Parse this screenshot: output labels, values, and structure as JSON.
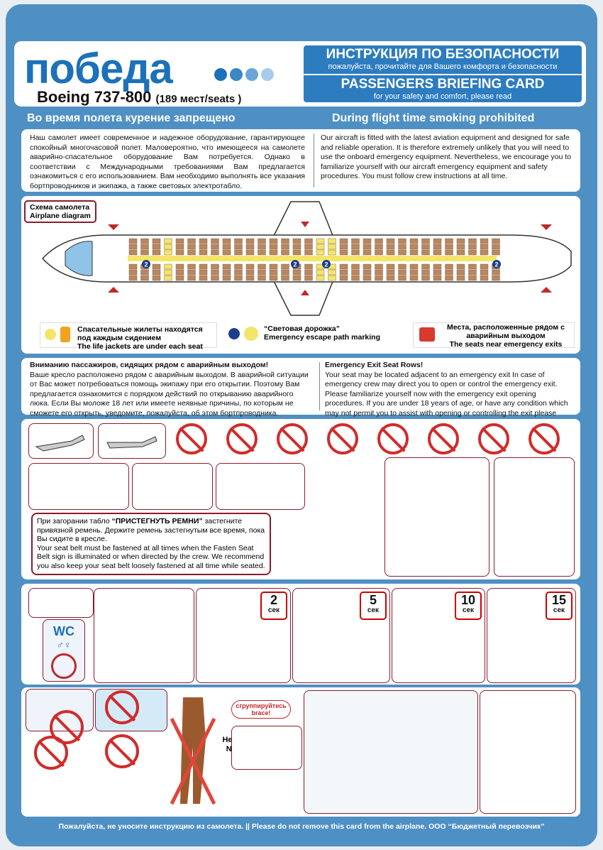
{
  "header": {
    "logo_text": "победа",
    "model": "Boeing 737-800",
    "seats": "(189 мест/seats )",
    "ru_title": "ИНСТРУКЦИЯ ПО БЕЗОПАСНОСТИ",
    "ru_subtitle": "пожалуйста, прочитайте для Вашего комфорта и безопасности",
    "en_title": "PASSENGERS BRIEFING CARD",
    "en_subtitle": "for your safety and comfort, please read",
    "dot_colors": [
      "#1d71b8",
      "#3b86c6",
      "#6aa6d8",
      "#a9cbea"
    ]
  },
  "smoking": {
    "ru": "Во время полета курение запрещено",
    "en": "During flight time smoking prohibited"
  },
  "intro": {
    "ru": "Наш самолет имеет современное и надежное оборудование, гарантирующее спокойный многочасовой полет. Маловероятно, что имеющееся на самолете аварийно-спасательное оборудование Вам потребуется. Однако в соответствии с Международными требованиями Вам предлагается ознакомиться с его использованием. Вам необходимо выполнять все указания бортпроводников и экипажа, а также световых электротабло.",
    "en": "Our aircraft is fitted with the latest aviation equipment and designed for safe and reliable operation. It is therefore extremely unlikely that you will need to use the onboard emergency equipment. Nevertheless, we encourage you to familiarize yourself with our aircraft emergency equipment and safety procedures. You must follow crew instructions at all time."
  },
  "diagram": {
    "label_ru": "Схема самолета",
    "label_en": "Airplane diagram",
    "exit_marker": "2",
    "legend": {
      "lifejacket_ru": "Спасательные жилеты находятся под каждым сидением",
      "lifejacket_en": "The life jackets are under each seat",
      "path_ru": "“Световая дорожка”",
      "path_en": "Emergency escape path marking",
      "exits_ru": "Места, расположенные рядом с аварийным выходом",
      "exits_en": "The seats near emergency exits"
    }
  },
  "exit_rows": {
    "ru_title": "Вниманию пассажиров, сидящих рядом с аварийным выходом!",
    "ru_body": "Ваше кресло расположено рядом с аварийным выходом. В аварийной ситуации от Вас может потребоваться помощь экипажу при его открытии. Поэтому Вам предлагается ознакомится с порядком действий по открыванию аварийного люка. Если Вы моложе 18 лет или имеете неявные причины, по которым не сможете его открыть, уведомите, пожалуйста, об этом бортпроводника.",
    "en_title": "Emergency Exit Seat Rows!",
    "en_body": "Your seat may be located adjacent to an emergency exit In case of emergency crew may direct you to open or control the emergency exit. Please familiarize yourself now with the emergency exit opening procedures. If you are under 18 years of age, or have any condition which may not permit you to assist with opening or controlling the exit please inform our crew now."
  },
  "seatbelt": {
    "ru_1": "При загорании табло ",
    "ru_bold": "“ПРИСТЕГНУТЬ РЕМНИ”",
    "ru_2": " застегните привязной ремень. Держите ремень застегнутым все время, пока Вы сидите в кресле.",
    "en": "Your seat belt must be fastened at all times when the Fasten Seat Belt sign is illuminated or when directed by the crew. We recommend you also keep your seat belt loosely fastened at all time while seated."
  },
  "oxygen": {
    "wc": "WC",
    "unit": "сек",
    "times": [
      "2",
      "5",
      "10",
      "15"
    ]
  },
  "brace": {
    "nylon_ru": "Нейлон",
    "nylon_en": "Nylon",
    "megaphone_ru": "сгруппируйтесь",
    "megaphone_en": "brace!"
  },
  "footer": {
    "text": "Пожалуйста, не уносите инструкцию из самолета.  ||  Please do not remove this card from the airplane. ООО “Бюджетный перевозчик”"
  },
  "colors": {
    "card_blue": "#4f90c4",
    "header_blue": "#2d7cc0",
    "border_red": "#8b1b2b",
    "seat_brown": "#b98760",
    "path_yellow": "#f3e56a"
  }
}
